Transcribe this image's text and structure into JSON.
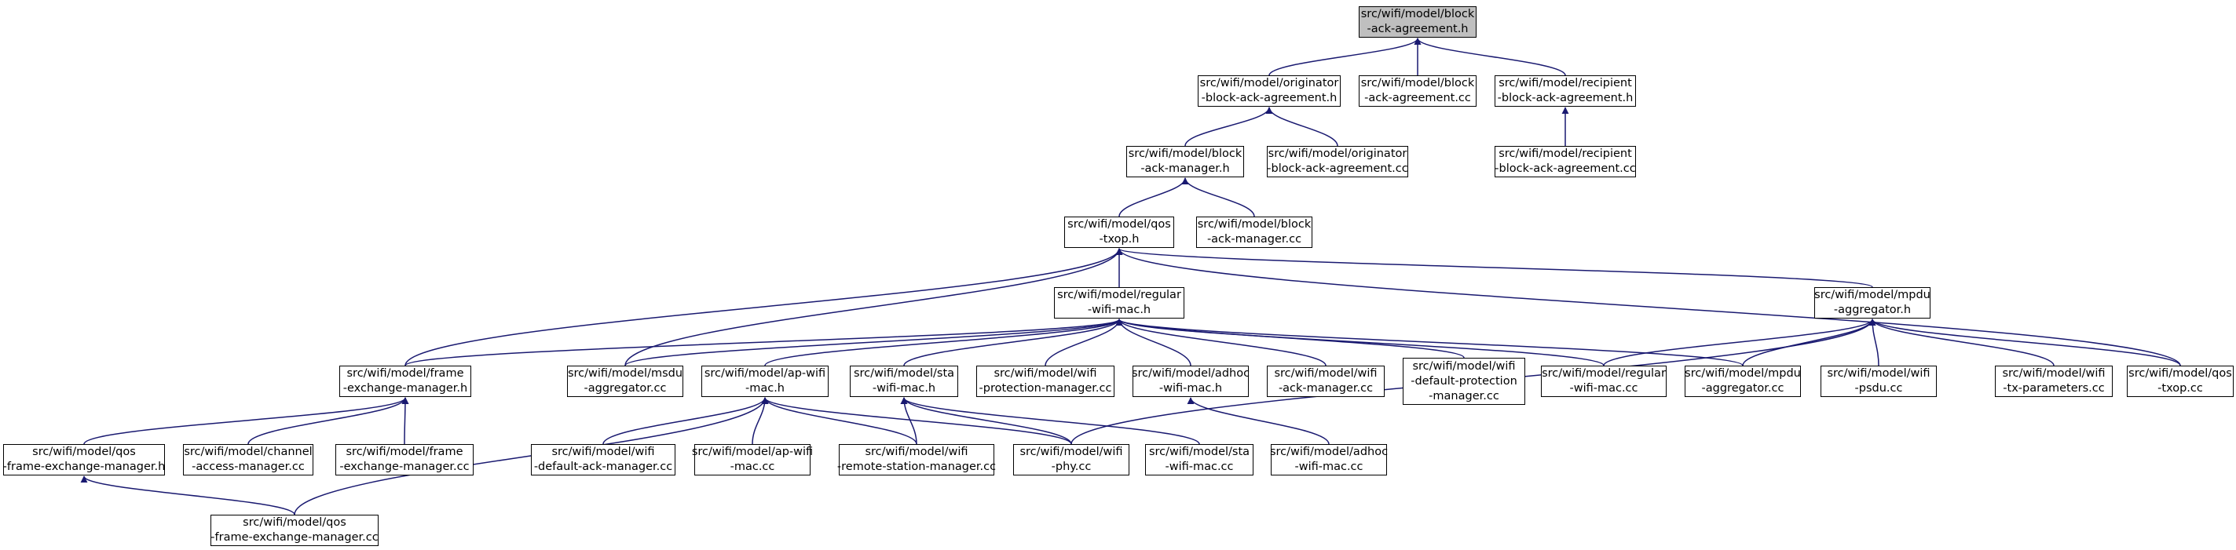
{
  "colors": {
    "edge": "#191970",
    "root_fill": "#bfbfbf",
    "node_fill": "#ffffff",
    "border": "#000000"
  },
  "nodes": {
    "n_root": {
      "line1": "src/wifi/model/block",
      "line2": "-ack-agreement.h"
    },
    "n_orig_h": {
      "line1": "src/wifi/model/originator",
      "line2": "-block-ack-agreement.h"
    },
    "n_bacc": {
      "line1": "src/wifi/model/block",
      "line2": "-ack-agreement.cc"
    },
    "n_recip_h": {
      "line1": "src/wifi/model/recipient",
      "line2": "-block-ack-agreement.h"
    },
    "n_bam_h": {
      "line1": "src/wifi/model/block",
      "line2": "-ack-manager.h"
    },
    "n_orig_cc": {
      "line1": "src/wifi/model/originator",
      "line2": "-block-ack-agreement.cc"
    },
    "n_recip_cc": {
      "line1": "src/wifi/model/recipient",
      "line2": "-block-ack-agreement.cc"
    },
    "n_qtxop_h": {
      "line1": "src/wifi/model/qos",
      "line2": "-txop.h"
    },
    "n_bam_cc": {
      "line1": "src/wifi/model/block",
      "line2": "-ack-manager.cc"
    },
    "n_reg_h": {
      "line1": "src/wifi/model/regular",
      "line2": "-wifi-mac.h"
    },
    "n_mpdu_h": {
      "line1": "src/wifi/model/mpdu",
      "line2": "-aggregator.h"
    },
    "n_fem_h": {
      "line1": "src/wifi/model/frame",
      "line2": "-exchange-manager.h"
    },
    "n_msdu_cc": {
      "line1": "src/wifi/model/msdu",
      "line2": "-aggregator.cc"
    },
    "n_ap_h": {
      "line1": "src/wifi/model/ap-wifi",
      "line2": "-mac.h"
    },
    "n_sta_h": {
      "line1": "src/wifi/model/sta",
      "line2": "-wifi-mac.h"
    },
    "n_prot_cc": {
      "line1": "src/wifi/model/wifi",
      "line2": "-protection-manager.cc"
    },
    "n_adhoc_h": {
      "line1": "src/wifi/model/adhoc",
      "line2": "-wifi-mac.h"
    },
    "n_ackm_cc": {
      "line1": "src/wifi/model/wifi",
      "line2": "-ack-manager.cc"
    },
    "n_defprot_cc": {
      "line1": "src/wifi/model/wifi",
      "line2": "-default-protection",
      "line3": "-manager.cc"
    },
    "n_reg_cc": {
      "line1": "src/wifi/model/regular",
      "line2": "-wifi-mac.cc"
    },
    "n_mpdu_cc": {
      "line1": "src/wifi/model/mpdu",
      "line2": "-aggregator.cc"
    },
    "n_psdu_cc": {
      "line1": "src/wifi/model/wifi",
      "line2": "-psdu.cc"
    },
    "n_txparam_cc": {
      "line1": "src/wifi/model/wifi",
      "line2": "-tx-parameters.cc"
    },
    "n_qtxop_cc": {
      "line1": "src/wifi/model/qos",
      "line2": "-txop.cc"
    },
    "n_qfem_h": {
      "line1": "src/wifi/model/qos",
      "line2": "-frame-exchange-manager.h"
    },
    "n_cam_cc": {
      "line1": "src/wifi/model/channel",
      "line2": "-access-manager.cc"
    },
    "n_fem_cc": {
      "line1": "src/wifi/model/frame",
      "line2": "-exchange-manager.cc"
    },
    "n_defack_cc": {
      "line1": "src/wifi/model/wifi",
      "line2": "-default-ack-manager.cc"
    },
    "n_ap_cc": {
      "line1": "src/wifi/model/ap-wifi",
      "line2": "-mac.cc"
    },
    "n_rsm_cc": {
      "line1": "src/wifi/model/wifi",
      "line2": "-remote-station-manager.cc"
    },
    "n_phy_cc": {
      "line1": "src/wifi/model/wifi",
      "line2": "-phy.cc"
    },
    "n_sta_cc": {
      "line1": "src/wifi/model/sta",
      "line2": "-wifi-mac.cc"
    },
    "n_adhoc_cc": {
      "line1": "src/wifi/model/adhoc",
      "line2": "-wifi-mac.cc"
    },
    "n_qfem_cc": {
      "line1": "src/wifi/model/qos",
      "line2": "-frame-exchange-manager.cc"
    }
  },
  "edges": [
    [
      "n_orig_h",
      "n_root"
    ],
    [
      "n_bacc",
      "n_root"
    ],
    [
      "n_recip_h",
      "n_root"
    ],
    [
      "n_bam_h",
      "n_orig_h"
    ],
    [
      "n_orig_cc",
      "n_orig_h"
    ],
    [
      "n_recip_cc",
      "n_recip_h"
    ],
    [
      "n_qtxop_h",
      "n_bam_h"
    ],
    [
      "n_bam_cc",
      "n_bam_h"
    ],
    [
      "n_reg_h",
      "n_qtxop_h"
    ],
    [
      "n_mpdu_h",
      "n_qtxop_h"
    ],
    [
      "n_fem_h",
      "n_qtxop_h"
    ],
    [
      "n_msdu_cc",
      "n_qtxop_h"
    ],
    [
      "n_qtxop_cc",
      "n_qtxop_h"
    ],
    [
      "n_fem_h",
      "n_reg_h"
    ],
    [
      "n_msdu_cc",
      "n_reg_h"
    ],
    [
      "n_ap_h",
      "n_reg_h"
    ],
    [
      "n_sta_h",
      "n_reg_h"
    ],
    [
      "n_prot_cc",
      "n_reg_h"
    ],
    [
      "n_adhoc_h",
      "n_reg_h"
    ],
    [
      "n_ackm_cc",
      "n_reg_h"
    ],
    [
      "n_defprot_cc",
      "n_reg_h"
    ],
    [
      "n_reg_cc",
      "n_reg_h"
    ],
    [
      "n_mpdu_cc",
      "n_reg_h"
    ],
    [
      "n_reg_cc",
      "n_mpdu_h"
    ],
    [
      "n_mpdu_cc",
      "n_mpdu_h"
    ],
    [
      "n_psdu_cc",
      "n_mpdu_h"
    ],
    [
      "n_txparam_cc",
      "n_mpdu_h"
    ],
    [
      "n_qtxop_cc",
      "n_mpdu_h"
    ],
    [
      "n_phy_cc",
      "n_mpdu_h"
    ],
    [
      "n_qfem_h",
      "n_fem_h"
    ],
    [
      "n_cam_cc",
      "n_fem_h"
    ],
    [
      "n_fem_cc",
      "n_fem_h"
    ],
    [
      "n_defack_cc",
      "n_ap_h"
    ],
    [
      "n_ap_cc",
      "n_ap_h"
    ],
    [
      "n_rsm_cc",
      "n_ap_h"
    ],
    [
      "n_phy_cc",
      "n_ap_h"
    ],
    [
      "n_qfem_cc",
      "n_ap_h"
    ],
    [
      "n_rsm_cc",
      "n_sta_h"
    ],
    [
      "n_phy_cc",
      "n_sta_h"
    ],
    [
      "n_sta_cc",
      "n_sta_h"
    ],
    [
      "n_adhoc_cc",
      "n_adhoc_h"
    ],
    [
      "n_qfem_cc",
      "n_qfem_h"
    ]
  ]
}
